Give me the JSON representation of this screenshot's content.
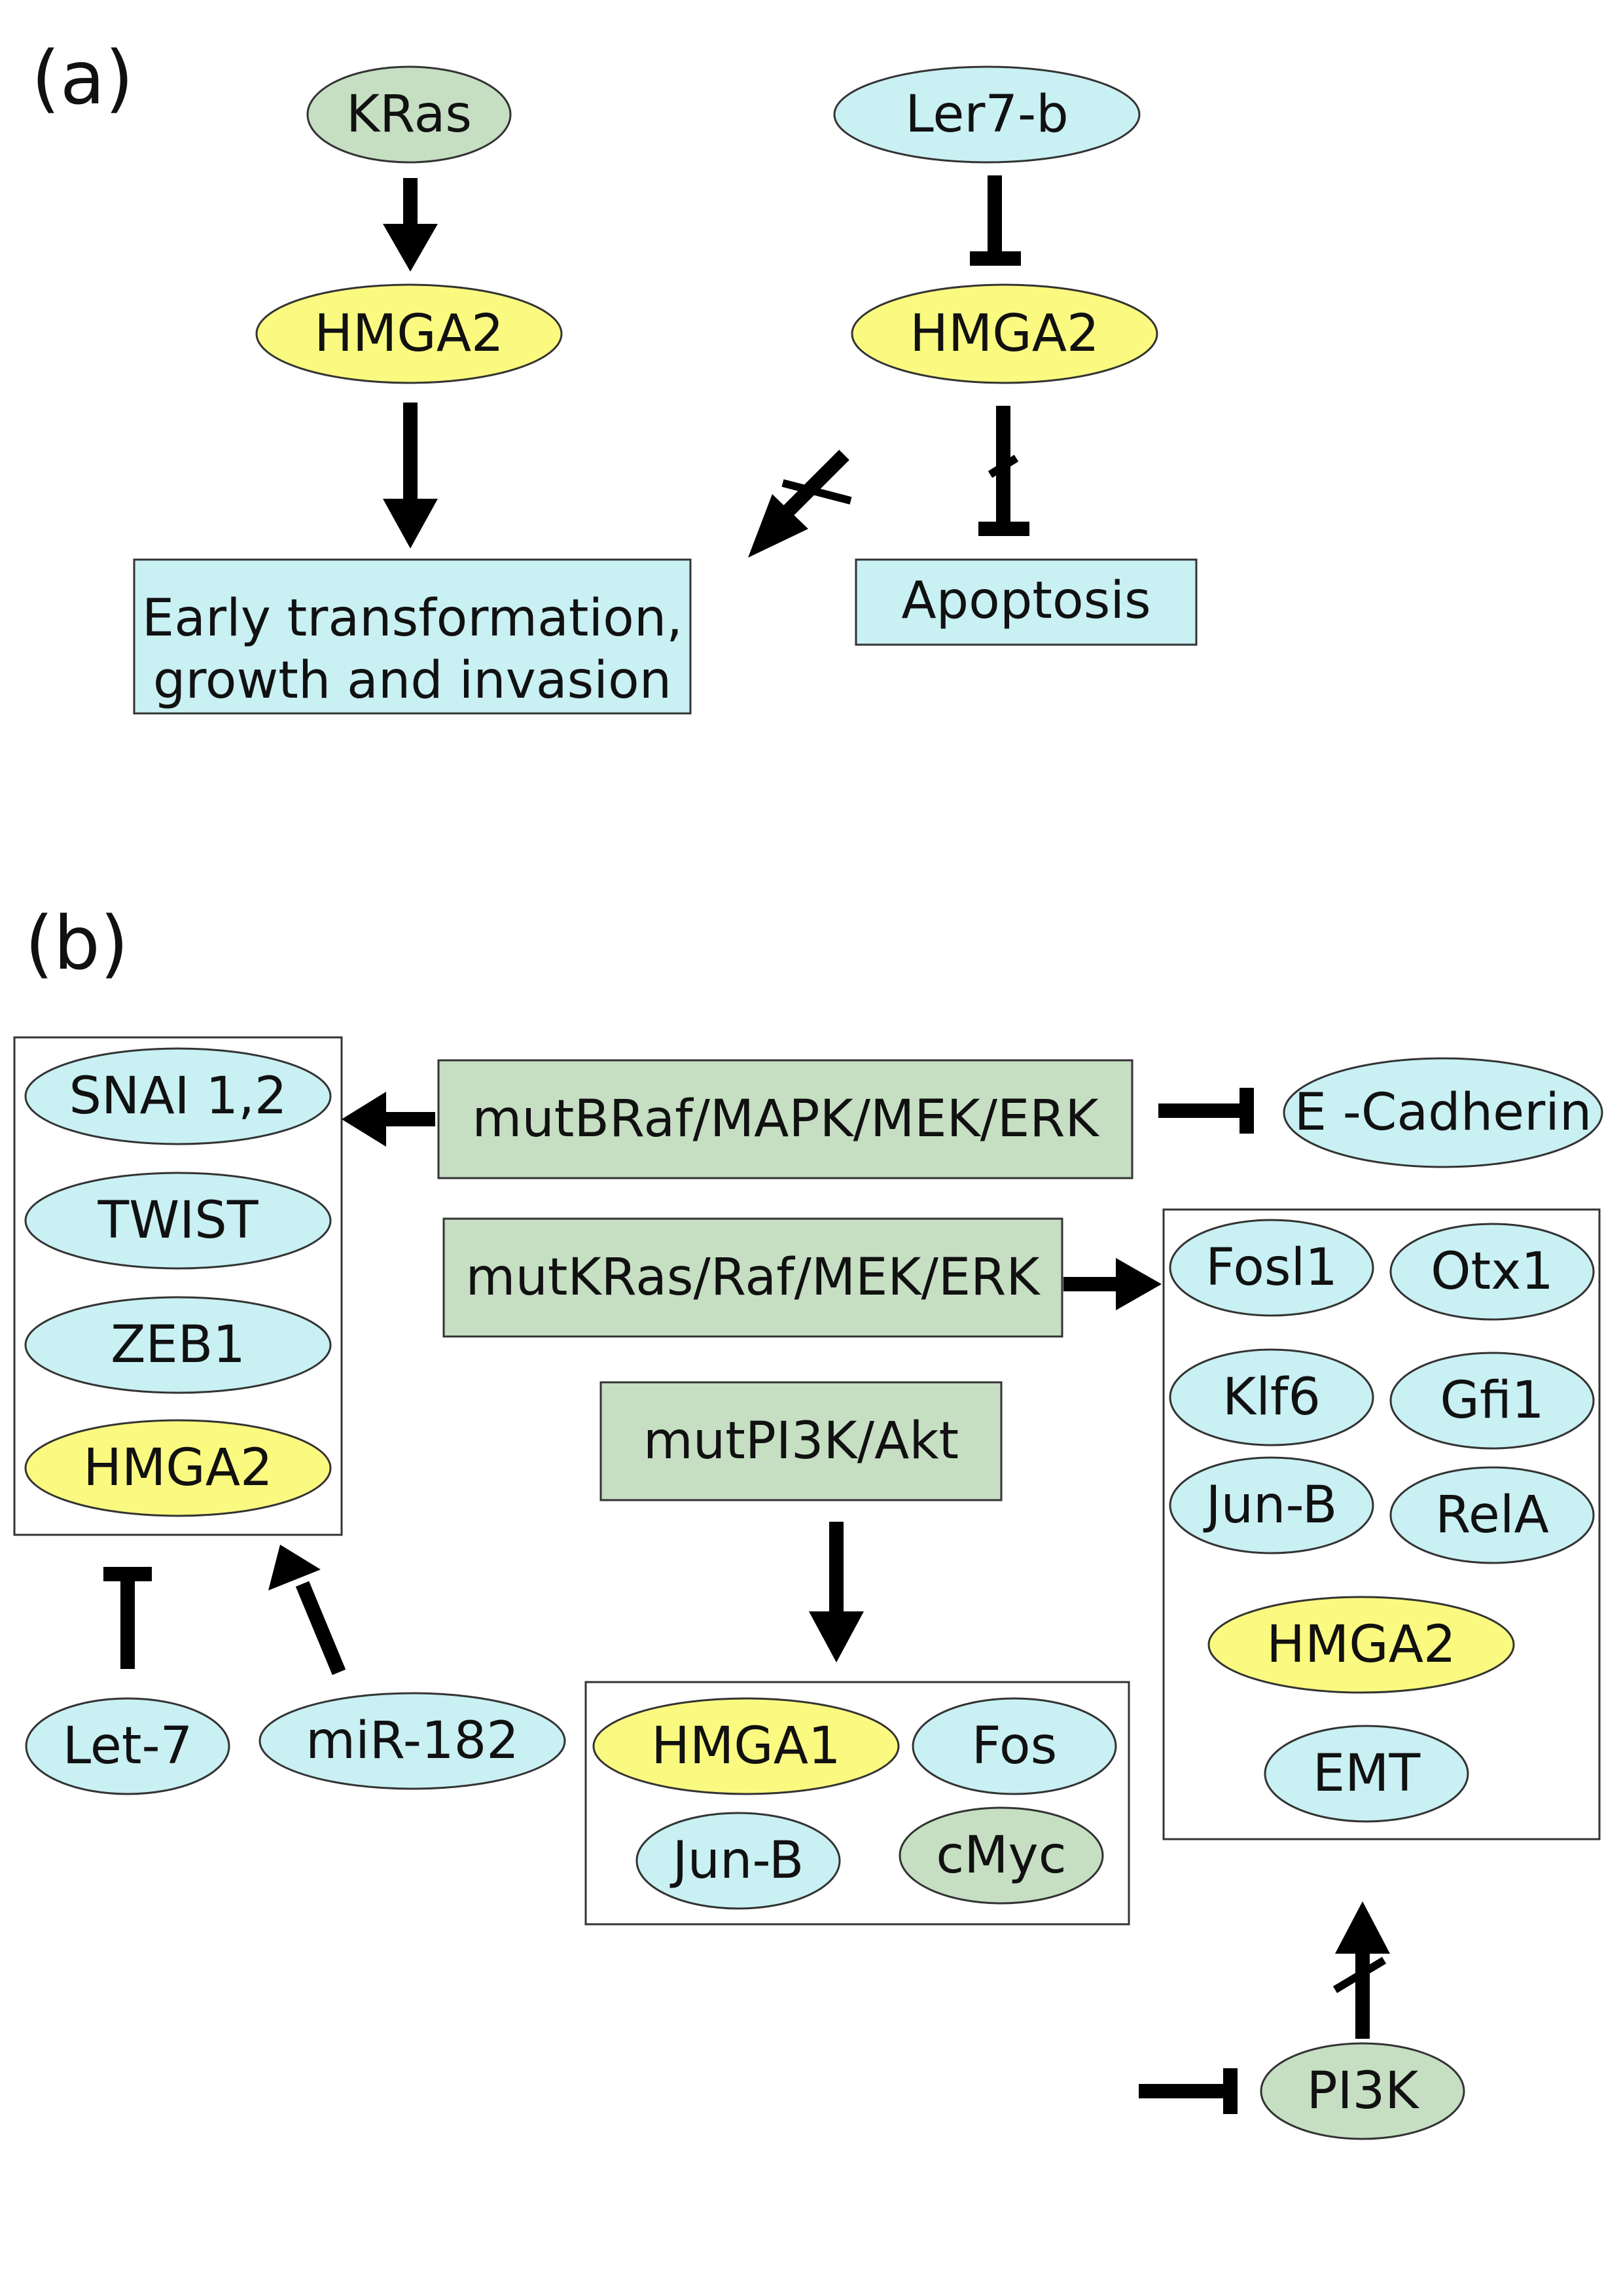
{
  "colors": {
    "yellow": "#fbfa80",
    "blue": "#c9f0f3",
    "green": "#c6dfc3",
    "edge": "#000000"
  },
  "panels": {
    "a": "(a)",
    "b": "(b)"
  },
  "panel_a": {
    "kras": "KRas",
    "ler7b": "Ler7-b",
    "hmga2_left": "HMGA2",
    "hmga2_right": "HMGA2",
    "early_line1": "Early transformation,",
    "early_line2": "growth and invasion",
    "apoptosis": "Apoptosis"
  },
  "panel_b": {
    "left_group": [
      "SNAI 1,2",
      "TWIST",
      "ZEB1",
      "HMGA2"
    ],
    "let7": "Let-7",
    "mir182": "miR-182",
    "braf_pathway": "mutBRaf/MAPK/MEK/ERK",
    "kras_pathway": "mutKRas/Raf/MEK/ERK",
    "pi3k_pathway": "mutPI3K/Akt",
    "ecadherin": "E -Cadherin",
    "right_group": [
      "Fosl1",
      "Otx1",
      "Klf6",
      "Gfi1",
      "Jun-B",
      "RelA",
      "HMGA2",
      "EMT"
    ],
    "bottom_group": [
      "HMGA1",
      "Fos",
      "Jun-B",
      "cMyc"
    ],
    "pi3k": "PI3K"
  },
  "edges": [
    {
      "from": "KRas",
      "to": "HMGA2",
      "type": "activation"
    },
    {
      "from": "HMGA2",
      "to": "Early transformation, growth and invasion",
      "type": "activation"
    },
    {
      "from": "Ler7-b",
      "to": "HMGA2",
      "type": "inhibition"
    },
    {
      "from": "HMGA2",
      "to": "Apoptosis",
      "type": "inhibition",
      "blocked": true
    },
    {
      "from": "Apoptosis",
      "to": "Early transformation, growth and invasion",
      "type": "activation",
      "blocked": true
    },
    {
      "from": "mutBRaf/MAPK/MEK/ERK",
      "to": "SNAI 1,2 / TWIST / ZEB1 / HMGA2",
      "type": "activation"
    },
    {
      "from": "mutBRaf/MAPK/MEK/ERK",
      "to": "E -Cadherin",
      "type": "inhibition"
    },
    {
      "from": "mutKRas/Raf/MEK/ERK",
      "to": "Fosl1 / Otx1 / Klf6 / Gfi1 / Jun-B / RelA / HMGA2 / EMT",
      "type": "activation"
    },
    {
      "from": "mutPI3K/Akt",
      "to": "HMGA1 / Fos / Jun-B / cMyc",
      "type": "activation"
    },
    {
      "from": "Let-7",
      "to": "SNAI 1,2 / TWIST / ZEB1 / HMGA2",
      "type": "inhibition"
    },
    {
      "from": "miR-182",
      "to": "SNAI 1,2 / TWIST / ZEB1 / HMGA2",
      "type": "activation"
    },
    {
      "from": "PI3K",
      "to": "Fosl1 / Otx1 / Klf6 / Gfi1 / Jun-B / RelA / HMGA2 / EMT",
      "type": "activation",
      "blocked": true
    },
    {
      "from": "",
      "to": "PI3K",
      "type": "inhibition"
    }
  ]
}
